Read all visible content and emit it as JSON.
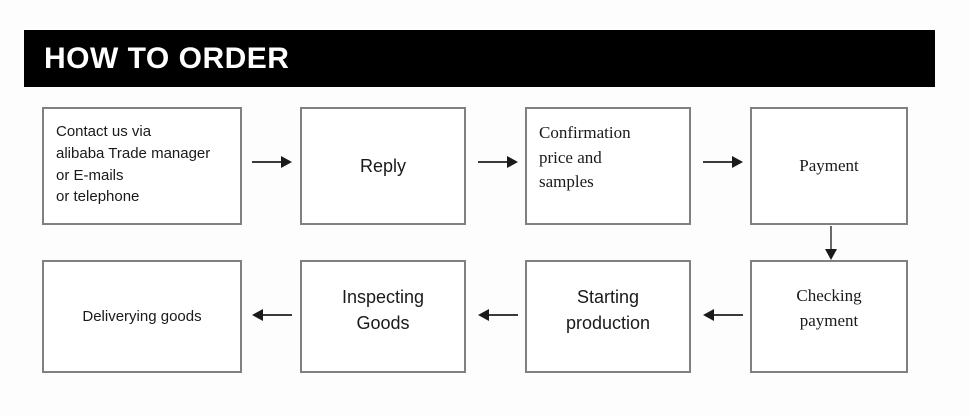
{
  "header": {
    "title": "HOW TO ORDER",
    "background_color": "#000000",
    "text_color": "#ffffff"
  },
  "style": {
    "box_border_color": "#808080",
    "box_background": "#ffffff",
    "arrow_color": "#3a3a3a",
    "page_background": "#fdfdfd"
  },
  "flow": {
    "row1": [
      {
        "id": "contact",
        "label": "Contact us via\nalibaba Trade manager\nor E-mails\nor telephone"
      },
      {
        "id": "reply",
        "label": "Reply"
      },
      {
        "id": "confirmation",
        "label": "Confirmation\nprice and\nsamples"
      },
      {
        "id": "payment",
        "label": "Payment"
      }
    ],
    "row2": [
      {
        "id": "delivering",
        "label": "Deliverying goods"
      },
      {
        "id": "inspecting",
        "label": "Inspecting\nGoods"
      },
      {
        "id": "starting-production",
        "label": "Starting\nproduction"
      },
      {
        "id": "checking-payment",
        "label": "Checking\npayment"
      }
    ],
    "connectors": [
      {
        "id": "contact-to-reply",
        "direction": "right"
      },
      {
        "id": "reply-to-confirmation",
        "direction": "right"
      },
      {
        "id": "confirmation-to-payment",
        "direction": "right"
      },
      {
        "id": "payment-to-checking",
        "direction": "down"
      },
      {
        "id": "checking-to-production",
        "direction": "left"
      },
      {
        "id": "production-to-inspecting",
        "direction": "left"
      },
      {
        "id": "inspecting-to-delivering",
        "direction": "left"
      }
    ]
  }
}
